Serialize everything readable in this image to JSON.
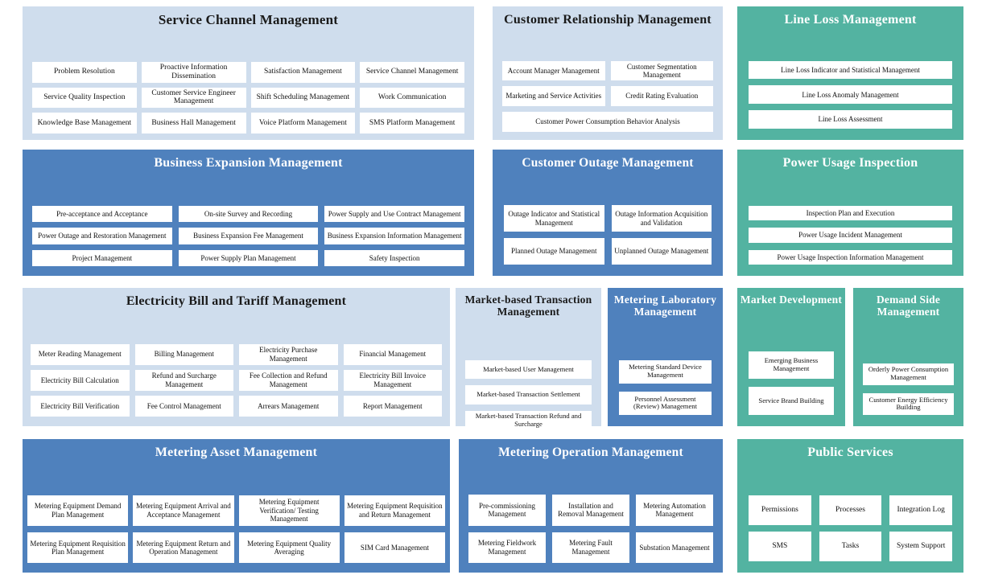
{
  "colors": {
    "light_blue_panel": "#cfdded",
    "blue_panel": "#4f81bd",
    "green_panel": "#53b3a1",
    "card": "#ffffff",
    "page_background": "#ffffff"
  },
  "panels": [
    {
      "id": "service-channel-management",
      "title": "Service Channel Management",
      "theme": "light",
      "columns": 4,
      "items": [
        {
          "label": "Problem Resolution"
        },
        {
          "label": "Proactive Information Dissemination"
        },
        {
          "label": "Satisfaction Management"
        },
        {
          "label": "Service Channel Management"
        },
        {
          "label": "Service Quality Inspection"
        },
        {
          "label": "Customer Service Engineer Management"
        },
        {
          "label": "Shift Scheduling Management"
        },
        {
          "label": "Work Communication"
        },
        {
          "label": "Knowledge Base Management"
        },
        {
          "label": "Business Hall Management"
        },
        {
          "label": "Voice Platform Management"
        },
        {
          "label": "SMS Platform Management"
        }
      ]
    },
    {
      "id": "customer-relationship-management",
      "title": "Customer Relationship Management",
      "theme": "light",
      "columns": 2,
      "items": [
        {
          "label": "Account Manager Management"
        },
        {
          "label": "Customer Segmentation Management"
        },
        {
          "label": "Marketing and Service Activities"
        },
        {
          "label": "Credit Rating Evaluation"
        },
        {
          "label": "Customer Power Consumption Behavior Analysis",
          "span": 2
        }
      ]
    },
    {
      "id": "line-loss-management",
      "title": "Line Loss Management",
      "theme": "green",
      "columns": 1,
      "items": [
        {
          "label": "Line Loss Indicator and Statistical Management"
        },
        {
          "label": "Line Loss Anomaly Management"
        },
        {
          "label": "Line Loss Assessment"
        }
      ]
    },
    {
      "id": "business-expansion-management",
      "title": "Business Expansion Management",
      "theme": "blue",
      "columns": 3,
      "items": [
        {
          "label": "Pre-acceptance and Acceptance"
        },
        {
          "label": "On-site Survey and Recording"
        },
        {
          "label": "Power Supply and Use Contract Management"
        },
        {
          "label": "Power Outage and Restoration Management"
        },
        {
          "label": "Business Expansion Fee Management"
        },
        {
          "label": "Business Expansion Information Management"
        },
        {
          "label": "Project Management"
        },
        {
          "label": "Power Supply Plan Management"
        },
        {
          "label": "Safety Inspection"
        }
      ]
    },
    {
      "id": "customer-outage-management",
      "title": "Customer Outage Management",
      "theme": "blue",
      "columns": 2,
      "items": [
        {
          "label": "Outage Indicator and Statistical Management"
        },
        {
          "label": "Outage Information Acquisition and Validation"
        },
        {
          "label": "Planned Outage Management"
        },
        {
          "label": "Unplanned Outage Management"
        }
      ]
    },
    {
      "id": "power-usage-inspection",
      "title": "Power Usage Inspection",
      "theme": "green",
      "columns": 1,
      "items": [
        {
          "label": "Inspection Plan and Execution"
        },
        {
          "label": "Power Usage Incident Management"
        },
        {
          "label": "Power Usage Inspection Information Management"
        }
      ]
    },
    {
      "id": "electricity-bill-and-tariff-management",
      "title": "Electricity Bill and Tariff Management",
      "theme": "light",
      "columns": 4,
      "items": [
        {
          "label": "Meter Reading Management"
        },
        {
          "label": "Billing Management"
        },
        {
          "label": "Electricity Purchase Management"
        },
        {
          "label": "Financial Management"
        },
        {
          "label": "Electricity Bill Calculation"
        },
        {
          "label": "Refund and Surcharge Management"
        },
        {
          "label": "Fee Collection and Refund Management"
        },
        {
          "label": "Electricity Bill Invoice Management"
        },
        {
          "label": "Electricity Bill Verification"
        },
        {
          "label": "Fee Control Management"
        },
        {
          "label": "Arrears Management"
        },
        {
          "label": "Report Management"
        }
      ]
    },
    {
      "id": "market-based-transaction-management",
      "title": "Market-based Transaction Management",
      "theme": "light",
      "columns": 1,
      "items": [
        {
          "label": "Market-based User Management"
        },
        {
          "label": "Market-based Transaction Settlement"
        },
        {
          "label": "Market-based Transaction Refund and Surcharge"
        }
      ]
    },
    {
      "id": "metering-laboratory-management",
      "title": "Metering Laboratory Management",
      "theme": "blue",
      "columns": 1,
      "items": [
        {
          "label": "Metering Standard Device Management"
        },
        {
          "label": "Personnel Assessment (Review) Management"
        }
      ]
    },
    {
      "id": "market-development",
      "title": "Market Development",
      "theme": "green",
      "columns": 1,
      "items": [
        {
          "label": "Emerging Business Management"
        },
        {
          "label": "Service Brand Building"
        }
      ]
    },
    {
      "id": "demand-side-management",
      "title": "Demand Side Management",
      "theme": "green",
      "columns": 1,
      "items": [
        {
          "label": "Orderly Power Consumption Management"
        },
        {
          "label": "Customer Energy Efficiency Building"
        }
      ]
    },
    {
      "id": "metering-asset-management",
      "title": "Metering Asset Management",
      "theme": "blue",
      "columns": 4,
      "items": [
        {
          "label": "Metering Equipment Demand Plan Management"
        },
        {
          "label": "Metering Equipment Arrival and Acceptance Management"
        },
        {
          "label": "Metering Equipment Verification/ Testing Management"
        },
        {
          "label": "Metering Equipment Requisition and Return Management"
        },
        {
          "label": "Metering Equipment Requisition Plan Management"
        },
        {
          "label": "Metering Equipment Return and Operation Management"
        },
        {
          "label": "Metering Equipment Quality Averaging"
        },
        {
          "label": "SIM Card Management"
        }
      ]
    },
    {
      "id": "metering-operation-management",
      "title": "Metering Operation Management",
      "theme": "blue",
      "columns": 3,
      "items": [
        {
          "label": "Pre-commissioning Management"
        },
        {
          "label": "Installation and Removal Management"
        },
        {
          "label": "Metering Automation Management"
        },
        {
          "label": "Metering Fieldwork Management"
        },
        {
          "label": "Metering Fault Management"
        },
        {
          "label": "Substation Management"
        }
      ]
    },
    {
      "id": "public-services",
      "title": "Public Services",
      "theme": "green",
      "columns": 3,
      "items": [
        {
          "label": "Permissions"
        },
        {
          "label": "Processes"
        },
        {
          "label": "Integration Log"
        },
        {
          "label": "SMS"
        },
        {
          "label": "Tasks"
        },
        {
          "label": "System Support"
        }
      ]
    }
  ]
}
